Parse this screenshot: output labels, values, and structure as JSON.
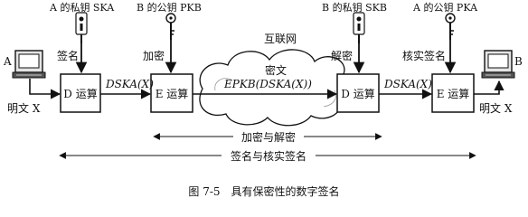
{
  "keys": {
    "a_private": "A 的私钥 SKA",
    "b_public": "B 的公钥 PKB",
    "b_private": "B 的私钥 SKB",
    "a_public": "A 的公钥 PKA"
  },
  "nodes": {
    "sender": "A",
    "receiver": "B",
    "internet": "互联网"
  },
  "steps": {
    "sign": "签名",
    "encrypt": "加密",
    "decrypt": "解密",
    "verify": "核实签名"
  },
  "ops": {
    "d1": "D 运算",
    "e1": "E 运算",
    "d2": "D 运算",
    "e2": "E 运算"
  },
  "data_labels": {
    "plain_in": "明文 X",
    "plain_out": "明文 X",
    "signed1": "DSKA(X)",
    "ciphertext": "密文",
    "encrypted": "EPKB(DSKA(X))",
    "signed2": "DSKA(X)"
  },
  "spans": {
    "enc_dec": "加密与解密",
    "sig_verify": "签名与核实签名"
  },
  "caption": "图 7-5　具有保密性的数字签名"
}
